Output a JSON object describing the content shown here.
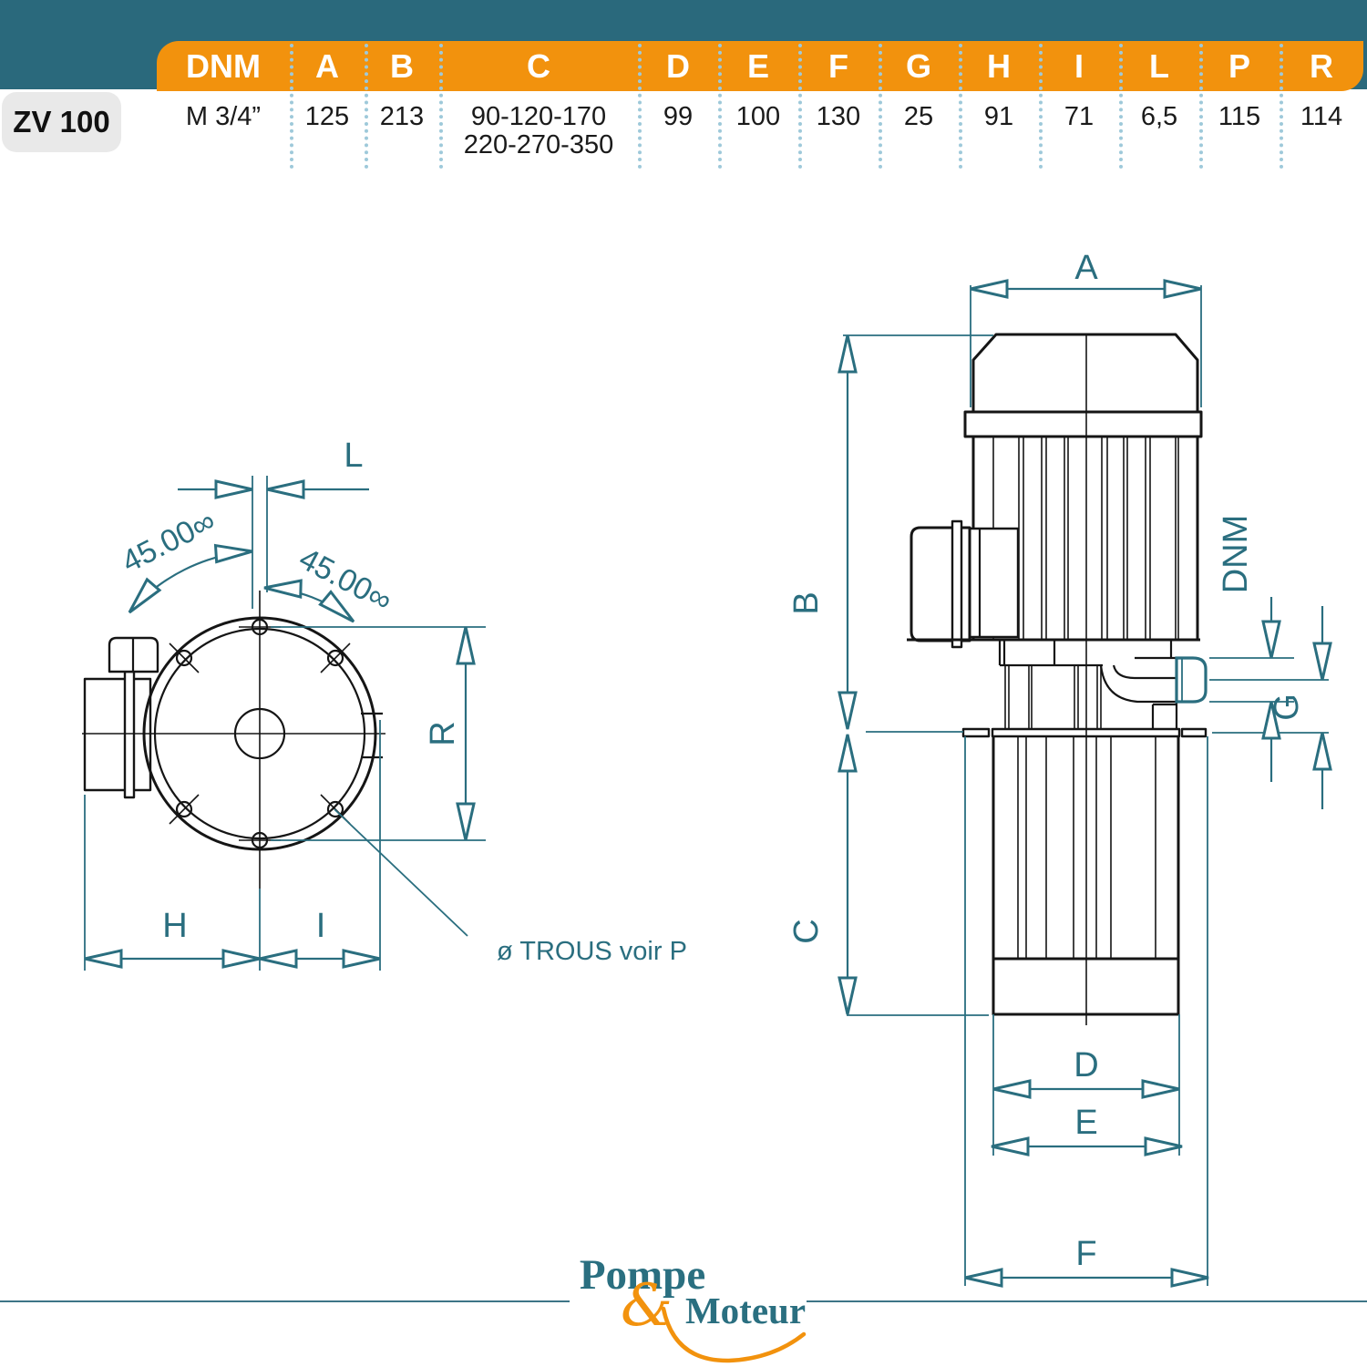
{
  "table": {
    "model": "ZV 100",
    "columns": [
      {
        "label": "DNM",
        "value": "M 3/4”"
      },
      {
        "label": "A",
        "value": "125"
      },
      {
        "label": "B",
        "value": "213"
      },
      {
        "label": "C",
        "value": "90-120-170",
        "value2": "220-270-350"
      },
      {
        "label": "D",
        "value": "99"
      },
      {
        "label": "E",
        "value": "100"
      },
      {
        "label": "F",
        "value": "130"
      },
      {
        "label": "G",
        "value": "25"
      },
      {
        "label": "H",
        "value": "91"
      },
      {
        "label": "I",
        "value": "71"
      },
      {
        "label": "L",
        "value": "6,5"
      },
      {
        "label": "P",
        "value": "115"
      },
      {
        "label": "R",
        "value": "114"
      }
    ]
  },
  "top_view": {
    "dim_l": "L",
    "dim_r": "R",
    "dim_h": "H",
    "dim_i": "I",
    "angle_left": "45.00∞",
    "angle_right": "45.00∞",
    "holes_note": "ø TROUS voir P"
  },
  "side_view": {
    "dim_a": "A",
    "dim_b": "B",
    "dim_c": "C",
    "dim_d": "D",
    "dim_e": "E",
    "dim_f": "F",
    "dim_g": "G",
    "dim_dnm": "DNM"
  },
  "logo": {
    "word1": "Pompe",
    "amp": "&",
    "word2": "Moteur"
  },
  "colors": {
    "teal_bar": "#2A697C",
    "orange": "#F2920D",
    "dimension": "#2A6E7F",
    "chip_bg": "#E9E9E9",
    "dots": "#9EC9DA",
    "line": "#151515",
    "logo_teal": "#2A6F80"
  }
}
